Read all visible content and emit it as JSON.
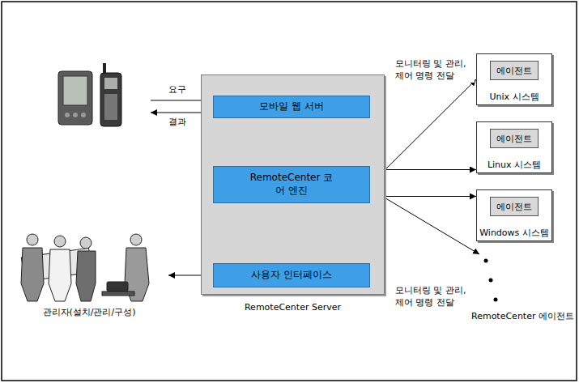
{
  "diagram": {
    "nodes": [
      {
        "text": [
          "관리자(설치/관리/구성)"
        ]
      },
      {
        "text": [
          "RemoteCenter Server"
        ]
      },
      {
        "text": [
          "모바일 웹 서버"
        ],
        "in": 1
      },
      {
        "text": [
          "RemoteCenter 코어 엔진"
        ],
        "in": 1
      },
      {
        "text": [
          "사용자 인터페이스"
        ],
        "in": 1
      },
      {
        "text": [
          "Unix 시스템"
        ]
      },
      {
        "text": [
          "에이전트"
        ],
        "in": 5
      },
      {
        "text": [
          "Linux 시스템"
        ]
      },
      {
        "text": [
          "에이전트"
        ],
        "in": 7
      },
      {
        "text": [
          "Windows 시스템"
        ]
      },
      {
        "text": [
          "에이전트"
        ],
        "in": 9
      }
    ],
    "edges": [
      {
        "from": 2,
        "to": 3,
        "arrow": "both"
      },
      {
        "from": 3,
        "to": 4,
        "arrow": "both"
      },
      {
        "from": 0,
        "to": 4,
        "arrow": "both"
      },
      {
        "from": 3,
        "to": 5,
        "arrow": "both"
      },
      {
        "from": 3,
        "to": 7,
        "arrow": "both"
      },
      {
        "from": 3,
        "to": 9,
        "arrow": "both"
      }
    ],
    "labels": [
      "요구",
      "결과",
      "모니터링 및 관리, 제어 명령 전달",
      "모니터링 및 관리, 제어 명령 전달",
      "RemoteCenter 에이전트"
    ]
  }
}
